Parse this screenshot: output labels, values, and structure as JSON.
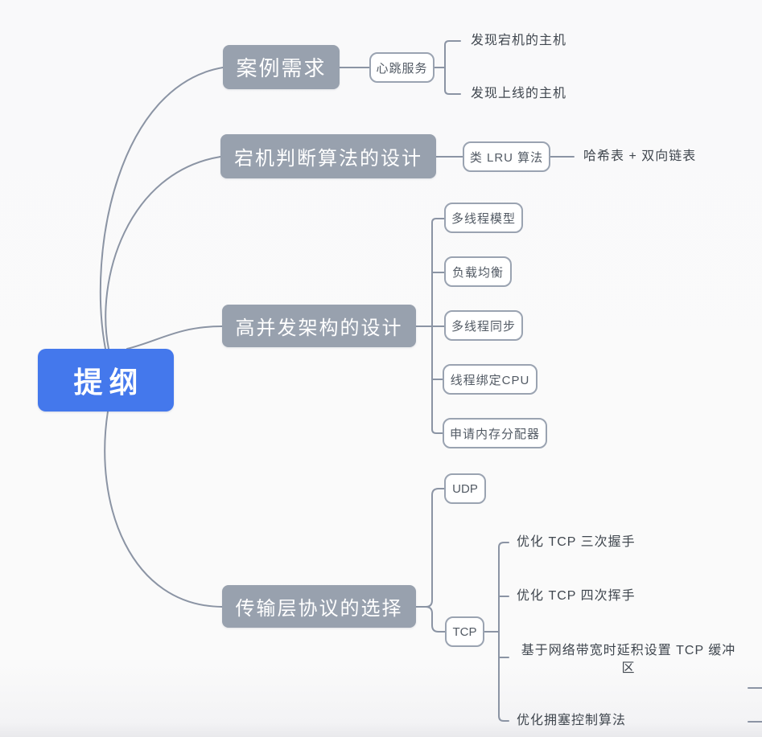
{
  "palette": {
    "root_bg": "#4478ec",
    "root_text": "#ffffff",
    "branch_bg": "#98a1ae",
    "branch_text": "#ffffff",
    "connector": "#8b94a4",
    "box_border": "#9aa3b1",
    "box_text": "#525a64",
    "leaf_text": "#40474f",
    "background": "#fafafa"
  },
  "root": {
    "label": "提纲"
  },
  "branches": [
    {
      "label": "案例需求",
      "children": [
        {
          "label": "心跳服务",
          "children": [
            {
              "label": "发现宕机的主机"
            },
            {
              "label": "发现上线的主机"
            }
          ]
        }
      ]
    },
    {
      "label": "宕机判断算法的设计",
      "children": [
        {
          "label": "类 LRU 算法",
          "children": [
            {
              "label": "哈希表 + 双向链表"
            }
          ]
        }
      ]
    },
    {
      "label": "高并发架构的设计",
      "children": [
        {
          "label": "多线程模型"
        },
        {
          "label": "负载均衡"
        },
        {
          "label": "多线程同步"
        },
        {
          "label": "线程绑定CPU"
        },
        {
          "label": "申请内存分配器"
        }
      ]
    },
    {
      "label": "传输层协议的选择",
      "children": [
        {
          "label": "UDP"
        },
        {
          "label": "TCP",
          "children": [
            {
              "label": "优化 TCP 三次握手"
            },
            {
              "label": "优化 TCP 四次挥手"
            },
            {
              "label": "基于网络带宽时延积设置 TCP 缓冲区"
            },
            {
              "label": "优化拥塞控制算法"
            }
          ]
        }
      ]
    }
  ]
}
